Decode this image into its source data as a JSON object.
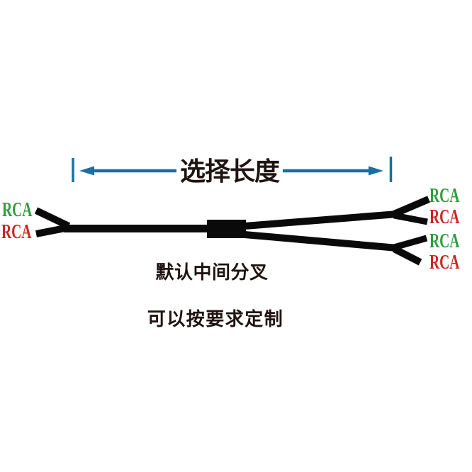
{
  "arrow": {
    "label": "选择长度"
  },
  "connectors": {
    "left": [
      {
        "label": "RCA",
        "color": "green"
      },
      {
        "label": "RCA",
        "color": "red"
      }
    ],
    "right": [
      {
        "label": "RCA",
        "color": "green"
      },
      {
        "label": "RCA",
        "color": "red"
      },
      {
        "label": "RCA",
        "color": "green"
      },
      {
        "label": "RCA",
        "color": "red"
      }
    ]
  },
  "notes": [
    "默认中间分叉",
    "可以按要求定制"
  ],
  "colors": {
    "green": "#2e9e3e",
    "red": "#cc2525",
    "cable": "#0a0a0a",
    "arrow": "#196f9e",
    "text": "#1e1412",
    "background": "#ffffff"
  }
}
